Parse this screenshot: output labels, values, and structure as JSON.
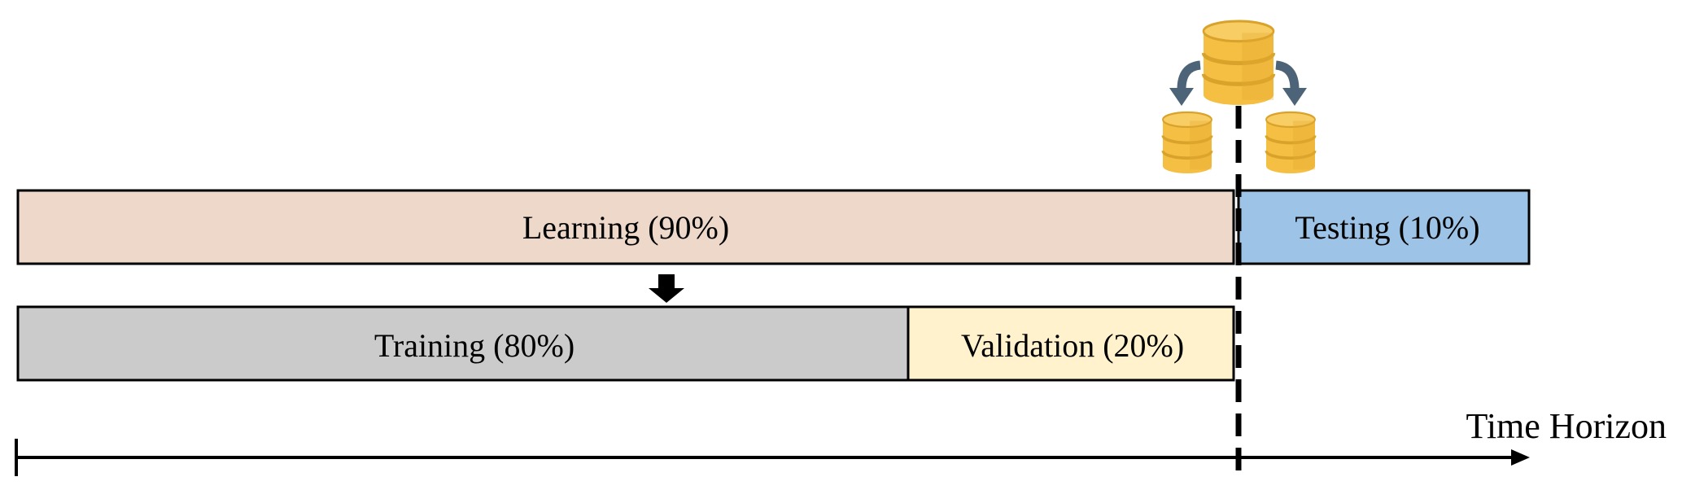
{
  "diagram": {
    "segments": {
      "learning": {
        "label": "Learning (90%)",
        "color": "#eed8ca"
      },
      "testing": {
        "label": "Testing (10%)",
        "color": "#9dc3e6"
      },
      "training": {
        "label": "Training (80%)",
        "color": "#cbcbcb"
      },
      "validation": {
        "label": "Validation (20%)",
        "color": "#fff2cc"
      }
    },
    "axis_label": "Time Horizon",
    "icons": [
      "database-large-icon",
      "database-small-left-icon",
      "database-small-right-icon",
      "split-arrow-left-icon",
      "split-arrow-right-icon",
      "down-arrow-icon"
    ],
    "colors": {
      "database": "#f5bf43",
      "database_stripe": "#d9a22a",
      "arrow": "#4d6478",
      "outline": "#000000"
    }
  }
}
